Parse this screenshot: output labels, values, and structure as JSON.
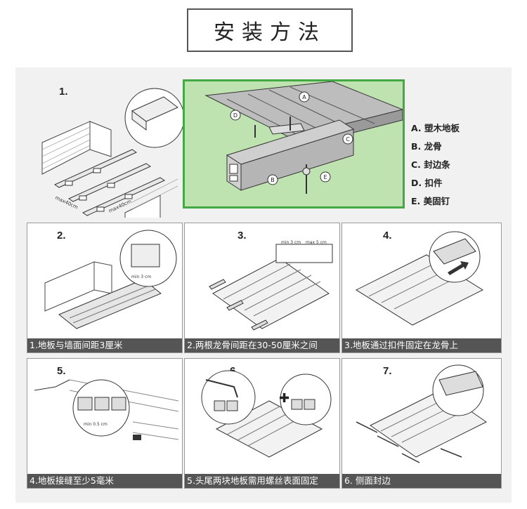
{
  "title": "安装方法",
  "top": {
    "step1": "1.",
    "dim_a": "max40cm",
    "dim_b": "max40cm",
    "callout_letters": [
      "A",
      "B",
      "C",
      "D",
      "E"
    ],
    "legend": [
      "A. 塑木地板",
      "B. 龙骨",
      "C. 封边条",
      "D. 扣件",
      "E. 美固钉"
    ]
  },
  "steps": [
    {
      "number": "2.",
      "caption": "1.地板与墙面间距3厘米",
      "dim": "min 3 cm"
    },
    {
      "number": "3.",
      "caption": "2.两根龙骨间距在30-50厘米之间",
      "dim_min": "min 3 cm",
      "dim_max": "max 5 cm"
    },
    {
      "number": "4.",
      "caption": "3.地板通过扣件固定在龙骨上"
    },
    {
      "number": "5.",
      "caption": "4.地板接缝至少5毫米",
      "dim": "min 0.5 cm"
    },
    {
      "number": "6.",
      "caption": "5.头尾两块地板需用螺丝表面固定"
    },
    {
      "number": "7.",
      "caption": "6. 侧面封边"
    }
  ],
  "colors": {
    "caption_bg": "#555555",
    "green_bg": "#bfe3b0",
    "green_border": "#44a844"
  }
}
